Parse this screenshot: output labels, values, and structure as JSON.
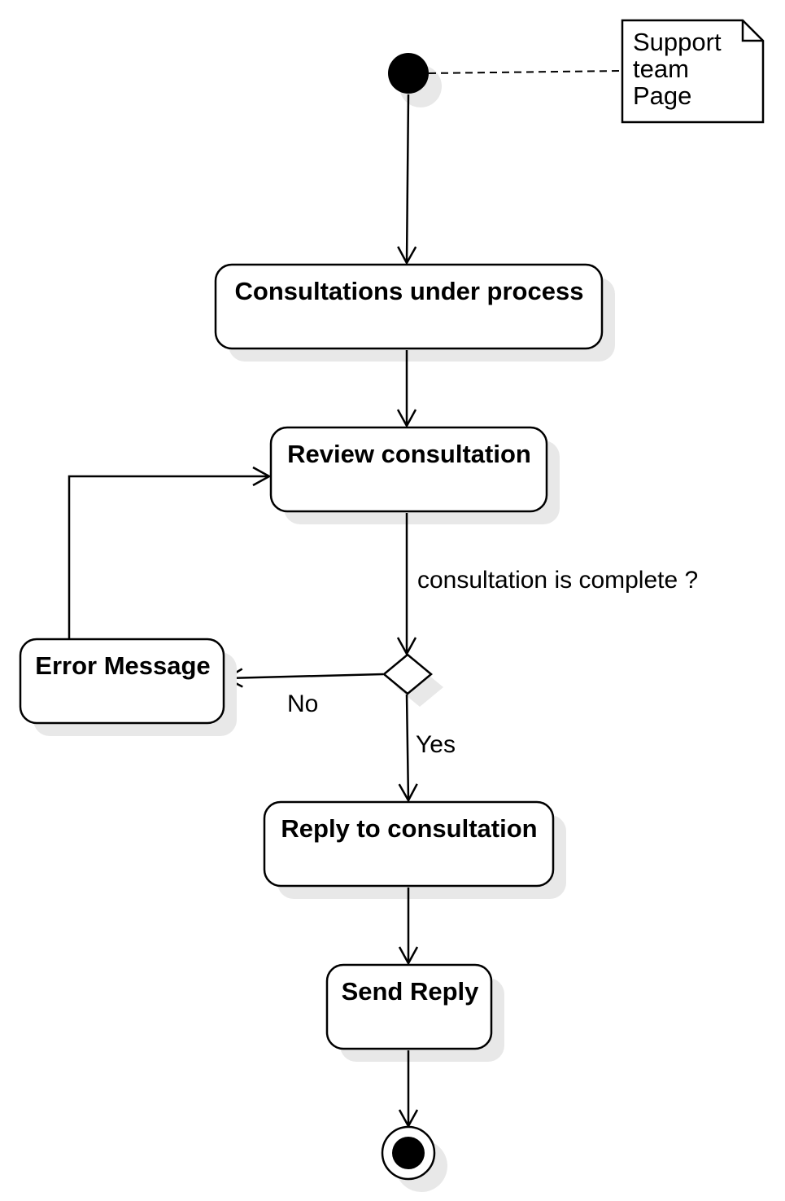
{
  "note": {
    "lines": [
      "Support",
      "team",
      "Page"
    ]
  },
  "activities": {
    "consultations_under_process": "Consultations under process",
    "review_consultation": "Review consultation",
    "error_message": "Error Message",
    "reply_to_consultation": "Reply to consultation",
    "send_reply": "Send Reply"
  },
  "decision": {
    "question": "consultation is complete ?",
    "no_label": "No",
    "yes_label": "Yes"
  }
}
